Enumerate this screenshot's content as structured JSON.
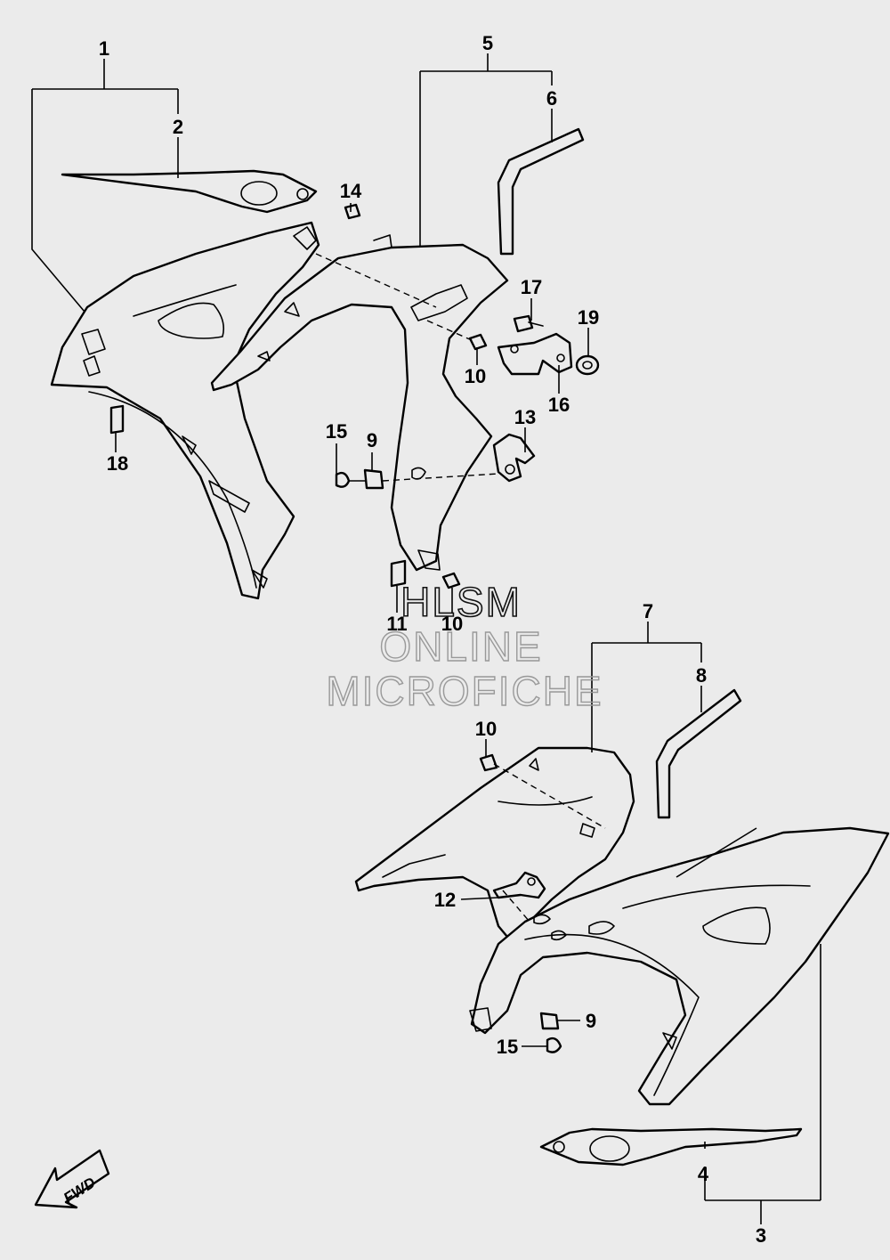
{
  "callouts": {
    "c1": "1",
    "c2": "2",
    "c3": "3",
    "c4": "4",
    "c5": "5",
    "c6": "6",
    "c7": "7",
    "c8": "8",
    "c9a": "9",
    "c9b": "9",
    "c10a": "10",
    "c10b": "10",
    "c10c": "10",
    "c11": "11",
    "c12": "12",
    "c13": "13",
    "c14": "14",
    "c15a": "15",
    "c15b": "15",
    "c16": "16",
    "c17": "17",
    "c18": "18",
    "c19": "19"
  },
  "watermark": {
    "line1": "HLSM",
    "line2": "ONLINE",
    "line3": "MICROFICHE"
  },
  "fwd_label": "FWD",
  "colors": {
    "background": "#ebebeb",
    "line": "#000000",
    "watermark": "#999999"
  }
}
